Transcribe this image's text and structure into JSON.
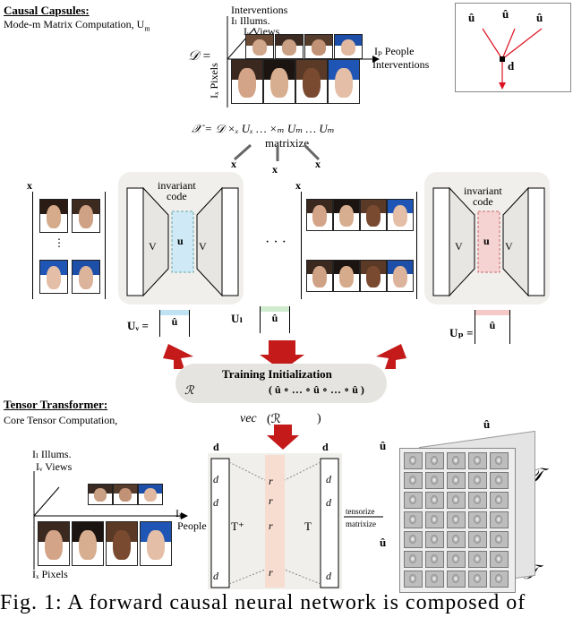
{
  "section1": {
    "title": "Causal Capsules:",
    "subtitle": "Mode-m Matrix Computation, U",
    "subtitle_sub": "m"
  },
  "tensor_axes": {
    "interventions": "Interventions",
    "illums": "Iₗ Illums.",
    "views": "Iᵥ Views",
    "people": "Iₚ People",
    "people_interventions": "Interventions",
    "pixels": "Iₓ Pixels",
    "data_symbol": "𝒟 ="
  },
  "inset": {
    "u_iv": "û",
    "u_ip": "û",
    "u_il": "û",
    "d": "d"
  },
  "matrixize": {
    "equation": "𝒳 = 𝒟 ×ₓ Uₓ … ×ₘ Uₘ … Uₘ",
    "label": "matrixize",
    "x_left": "x",
    "x_mid": "x",
    "x_right": "x"
  },
  "capsule": {
    "invariant": "invariant",
    "code": "code",
    "u_label": "u",
    "v_left": "V",
    "v_right": "V",
    "x_top": "x",
    "dots": "· · ·",
    "vdots": "⋮"
  },
  "u_matrices": {
    "uv": "Uᵥ =",
    "ul": "Uₗ",
    "up": "Uₚ =",
    "uhat": "û",
    "uv_sub": "i",
    "ul_sub": "i",
    "up_sub": "ip"
  },
  "init": {
    "title": "Training Initialization",
    "formula": "( û ∘ … ∘ û ∘ … ∘ û )",
    "r_symbol": "ℛ"
  },
  "section2": {
    "title": "Tensor Transformer:",
    "subtitle": "Core Tensor Computation,"
  },
  "vec": {
    "text": "vec",
    "formula": "(ℛ",
    "close": ")"
  },
  "transformer": {
    "d_left": "d",
    "d_right": "d",
    "t_left": "T⁺",
    "t_right": "T",
    "r": "r",
    "d1": "d",
    "d2": "d",
    "dx": "d",
    "tensorize": "tensorize",
    "matrixize": "matrixize"
  },
  "tensor2_axes": {
    "illums": "Iₗ Illums.",
    "views": "Iᵥ Views",
    "pixels": "Iₓ Pixels",
    "people": "Iₚ",
    "people2": "People"
  },
  "core": {
    "u_top": "û",
    "u_left": "û",
    "u_left2": "û",
    "t_symbol": "𝒯"
  },
  "caption": "Fig. 1: A forward causal neural network is composed of"
}
